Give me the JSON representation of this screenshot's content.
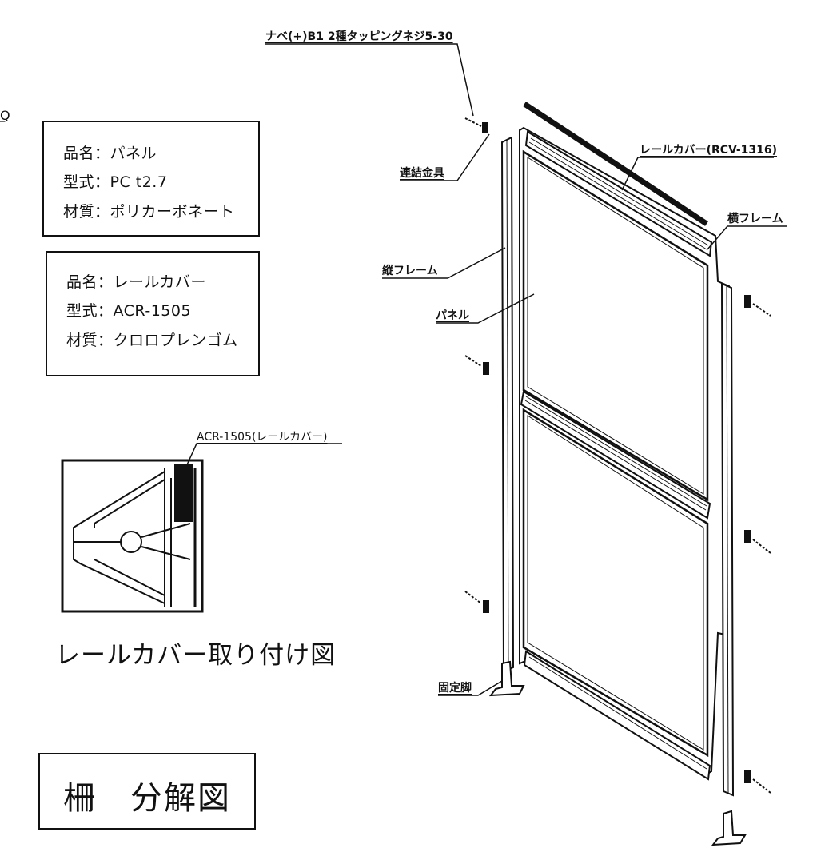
{
  "spec_boxes": [
    {
      "name_label": "品名：パネル",
      "type_label": "型式：PC t2.7",
      "material_label": "材質：ポリカーボネート"
    },
    {
      "name_label": "品名：レールカバー",
      "type_label": "型式：ACR-1505",
      "material_label": "材質：クロロプレンゴム"
    }
  ],
  "detail": {
    "callout": "ACR-1505(レールカバー)",
    "caption": "レールカバー取り付け図"
  },
  "title": "柵　分解図",
  "callouts": {
    "screw": "ナベ(+)B1 2種タッピングネジ5-30",
    "connector": "連結金具",
    "rail_cover": "レールカバー(RCV-1316)",
    "horizontal_frame": "横フレーム",
    "vertical_frame": "縦フレーム",
    "panel": "パネル",
    "fixed_leg": "固定脚"
  },
  "edge_mark": "Q"
}
